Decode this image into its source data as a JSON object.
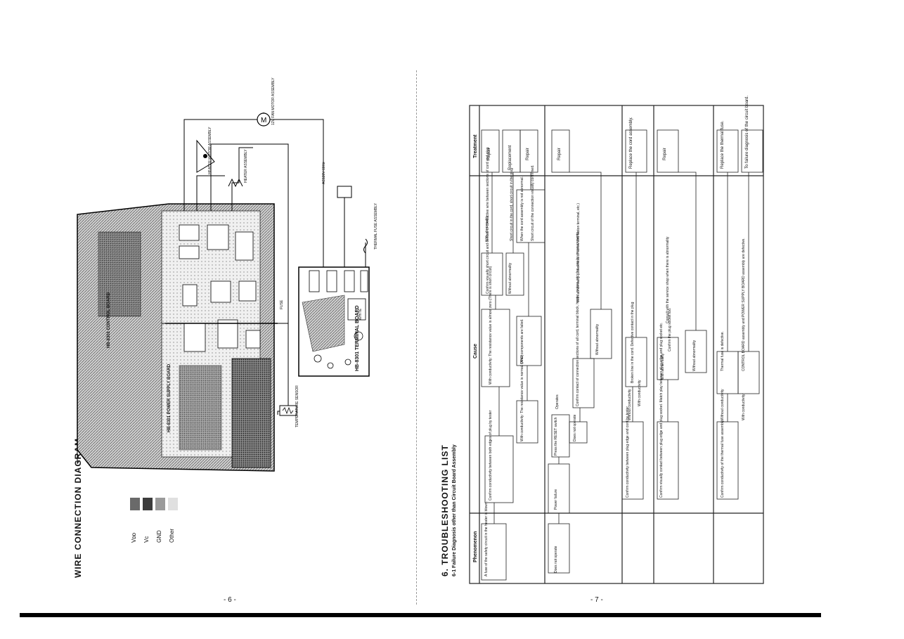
{
  "left_page": {
    "title": "WIRE CONNECTION DIAGRAM",
    "page_number": "- 6 -",
    "legend": [
      {
        "label": "Vᴅᴅ",
        "color": "#6a6a6a"
      },
      {
        "label": "Vc",
        "color": "#3c3c3c"
      },
      {
        "label": "GND",
        "color": "#9a9a9a"
      },
      {
        "label": "Other",
        "color": "#e0e0e0"
      }
    ],
    "labels": {
      "control_board": "HB-8301 CONTROL BOARD",
      "power_supply": "HB-8301 POWER SUPPLY BOARD",
      "terminal_board": "HB-8301 TERMINAL BOARD",
      "fan_motor": "12V FAN MOTOR ASSEMBLY",
      "heater_motor": "HEATER MOTOR ASSEMBLY",
      "heater": "HEATER ASSEMBLY",
      "ac_power": "AC120V 60Hz",
      "thermal_fuse": "THERMAL FUSE ASSEMBLY",
      "sensor": "TEMPERATURE SENSOR",
      "fuse": "FUSE",
      "white": "WHITE"
    }
  },
  "right_page": {
    "section_title": "6.  TROUBLESHOOTING  LIST",
    "subtitle": "6-1  Failure Diagnosis other than Circuit Board Assembly",
    "page_number": "- 7 -",
    "columns": [
      "Phenomenon",
      "Cause",
      "Treatment"
    ],
    "rows": [
      {
        "phenomenon": "A fuse of the safety circuit in the heater is blown.",
        "cause_steps": [
          "Confirm conductivity between both edges of plug by tester",
          "With conductivity: The resistance value is almost zero (There is short circuit)",
          "With conductivity: The resistance value is normal. (44Ω)",
          "Confirm visually short circuit and contact of conductive wire between sections of cord and plug.",
          "Other components are failed.",
          "With abnormality",
          "Without abnormality",
          "When the cord assembly is not abnormal.",
          "Short circuit in the cord, short circuit in the plug",
          "Short circuit of the connection visually confirmed."
        ],
        "treatments": [
          "Repair",
          "Replacement",
          "Repair"
        ]
      },
      {
        "phenomenon": "Does not operate",
        "cause_steps": [
          "Power failure",
          "Press the RESET switch",
          "Operates",
          "Does not operate",
          "Confirm contact of connection sections of all cord, terminal block, heater, motors, etc. Inc. con by measurements",
          "With abnormality (Looseness of screw and faston terminal, etc.)",
          "Without abnormality"
        ],
        "treatments": [
          "Repair"
        ]
      },
      {
        "phenomenon": "",
        "cause_steps": [
          "Confirm conductivity between plug edge and cord by tester",
          "Without conductivity",
          "With conductivity",
          "Broken line in the cord. Defective contact in the plug"
        ],
        "treatments": [
          "Replace the cord assembly."
        ]
      },
      {
        "phenomenon": "",
        "cause_steps": [
          "Confirm visually contact between plug edge and plug socket. Match play between plug edge and plug socket etc.",
          "With abnormality",
          "Without abnormality",
          "Confirm the plug socket too.",
          "Consult with the service shop when there is abnormality"
        ],
        "treatments": [
          "Repair"
        ]
      },
      {
        "phenomenon": "",
        "cause_steps": [
          "Confirm conductivity of the thermal fuse assembly",
          "Without conductivity",
          "With conductivity",
          "Thermal fuse is defective.",
          "CONTROL BOARD assembly and POWER SUPPLY BOARD assembly are defective."
        ],
        "treatments": [
          "Replace the thermal fuse.",
          "To failure diagnosis of the circuit board."
        ]
      }
    ]
  }
}
